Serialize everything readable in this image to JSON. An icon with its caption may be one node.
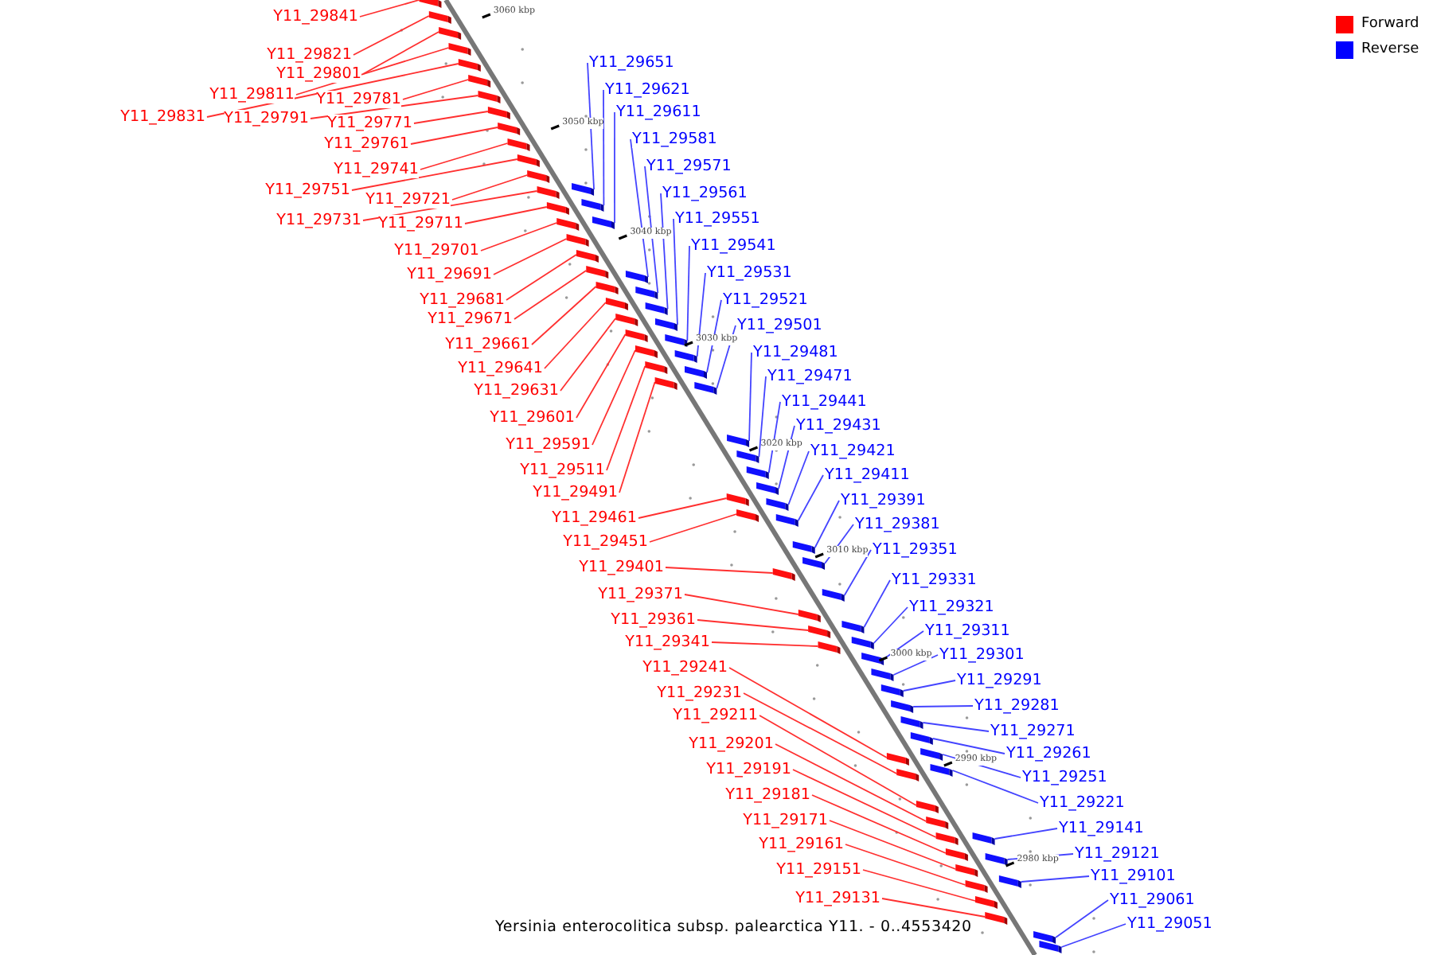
{
  "diagram": {
    "caption": "Yersinia enterocolitica subsp. palearctica Y11. - 0..4553420",
    "nodes": [
      {
        "text": [
          "Y11_29841"
        ]
      },
      {
        "text": [
          "Y11_29821"
        ]
      },
      {
        "text": [
          "Y11_29801"
        ]
      },
      {
        "text": [
          "Y11_29811"
        ]
      },
      {
        "text": [
          "Y11_29781"
        ]
      },
      {
        "text": [
          "Y11_29831"
        ]
      },
      {
        "text": [
          "Y11_29791"
        ]
      },
      {
        "text": [
          "Y11_29771"
        ]
      },
      {
        "text": [
          "Y11_29761"
        ]
      },
      {
        "text": [
          "Y11_29741"
        ]
      },
      {
        "text": [
          "Y11_29751"
        ]
      },
      {
        "text": [
          "Y11_29721"
        ]
      },
      {
        "text": [
          "Y11_29731"
        ]
      },
      {
        "text": [
          "Y11_29711"
        ]
      },
      {
        "text": [
          "Y11_29701"
        ]
      },
      {
        "text": [
          "Y11_29691"
        ]
      },
      {
        "text": [
          "Y11_29681"
        ]
      },
      {
        "text": [
          "Y11_29671"
        ]
      },
      {
        "text": [
          "Y11_29661"
        ]
      },
      {
        "text": [
          "Y11_29641"
        ]
      },
      {
        "text": [
          "Y11_29631"
        ]
      },
      {
        "text": [
          "Y11_29601"
        ]
      },
      {
        "text": [
          "Y11_29591"
        ]
      },
      {
        "text": [
          "Y11_29511"
        ]
      },
      {
        "text": [
          "Y11_29491"
        ]
      },
      {
        "text": [
          "Y11_29461"
        ]
      },
      {
        "text": [
          "Y11_29451"
        ]
      },
      {
        "text": [
          "Y11_29401"
        ]
      },
      {
        "text": [
          "Y11_29371"
        ]
      },
      {
        "text": [
          "Y11_29361"
        ]
      },
      {
        "text": [
          "Y11_29341"
        ]
      },
      {
        "text": [
          "Y11_29241"
        ]
      },
      {
        "text": [
          "Y11_29231"
        ]
      },
      {
        "text": [
          "Y11_29211"
        ]
      },
      {
        "text": [
          "Y11_29201"
        ]
      },
      {
        "text": [
          "Y11_29191"
        ]
      },
      {
        "text": [
          "Y11_29181"
        ]
      },
      {
        "text": [
          "Y11_29171"
        ]
      },
      {
        "text": [
          "Y11_29161"
        ]
      },
      {
        "text": [
          "Y11_29151"
        ]
      },
      {
        "text": [
          "Y11_29131"
        ]
      },
      {
        "text": [
          "Y11_29651"
        ]
      },
      {
        "text": [
          "Y11_29621"
        ]
      },
      {
        "text": [
          "Y11_29611"
        ]
      },
      {
        "text": [
          "Y11_29581"
        ]
      },
      {
        "text": [
          "Y11_29571"
        ]
      },
      {
        "text": [
          "Y11_29561"
        ]
      },
      {
        "text": [
          "Y11_29551"
        ]
      },
      {
        "text": [
          "Y11_29541"
        ]
      },
      {
        "text": [
          "Y11_29531"
        ]
      },
      {
        "text": [
          "Y11_29521"
        ]
      },
      {
        "text": [
          "Y11_29501"
        ]
      },
      {
        "text": [
          "Y11_29481"
        ]
      },
      {
        "text": [
          "Y11_29471"
        ]
      },
      {
        "text": [
          "Y11_29441"
        ]
      },
      {
        "text": [
          "Y11_29431"
        ]
      },
      {
        "text": [
          "Y11_29421"
        ]
      },
      {
        "text": [
          "Y11_29411"
        ]
      },
      {
        "text": [
          "Y11_29391"
        ]
      },
      {
        "text": [
          "Y11_29381"
        ]
      },
      {
        "text": [
          "Y11_29351"
        ]
      },
      {
        "text": [
          "Y11_29331"
        ]
      },
      {
        "text": [
          "Y11_29321"
        ]
      },
      {
        "text": [
          "Y11_29311"
        ]
      },
      {
        "text": [
          "Y11_29301"
        ]
      },
      {
        "text": [
          "Y11_29291"
        ]
      },
      {
        "text": [
          "Y11_29281"
        ]
      },
      {
        "text": [
          "Y11_29271"
        ]
      },
      {
        "text": [
          "Y11_29261"
        ]
      },
      {
        "text": [
          "Y11_29251"
        ]
      },
      {
        "text": [
          "Y11_29221"
        ]
      },
      {
        "text": [
          "Y11_29141"
        ]
      },
      {
        "text": [
          "Y11_29121"
        ]
      },
      {
        "text": [
          "Y11_29101"
        ]
      },
      {
        "text": [
          "Y11_29061"
        ]
      },
      {
        "text": [
          "Y11_29051"
        ]
      },
      {
        "text": [],
        "shape": "box"
      },
      {
        "text": [],
        "shape": "box"
      },
      {
        "text": [],
        "shape": "box"
      },
      {
        "text": [],
        "shape": "box"
      },
      {
        "text": [],
        "shape": "box"
      },
      {
        "text": [],
        "shape": "box"
      },
      {
        "text": [],
        "shape": "box"
      },
      {
        "text": [],
        "shape": "box"
      },
      {
        "text": [],
        "shape": "box"
      },
      {
        "text": [],
        "shape": "box"
      },
      {
        "text": [],
        "shape": "box"
      },
      {
        "text": [],
        "shape": "box"
      },
      {
        "text": [],
        "shape": "box"
      },
      {
        "text": [],
        "shape": "box"
      },
      {
        "text": [],
        "shape": "box"
      },
      {
        "text": [],
        "shape": "box"
      },
      {
        "text": [],
        "shape": "box"
      },
      {
        "text": [],
        "shape": "box"
      },
      {
        "text": [],
        "shape": "box"
      },
      {
        "text": [],
        "shape": "box"
      },
      {
        "text": [],
        "shape": "box"
      },
      {
        "text": [],
        "shape": "box"
      },
      {
        "text": [],
        "shape": "box"
      },
      {
        "text": [],
        "shape": "box"
      },
      {
        "text": [],
        "shape": "box"
      },
      {
        "text": [],
        "shape": "box"
      },
      {
        "text": [],
        "shape": "box"
      },
      {
        "text": [],
        "shape": "box"
      },
      {
        "text": [],
        "shape": "box"
      },
      {
        "text": [],
        "shape": "box"
      },
      {
        "text": [],
        "shape": "box"
      },
      {
        "text": [],
        "shape": "box"
      },
      {
        "text": [],
        "shape": "box"
      },
      {
        "text": [],
        "shape": "box"
      },
      {
        "text": [],
        "shape": "box"
      },
      {
        "text": [],
        "shape": "box"
      },
      {
        "text": [],
        "shape": "box"
      },
      {
        "text": [],
        "shape": "box"
      },
      {
        "text": [],
        "shape": "box"
      },
      {
        "text": [],
        "shape": "box"
      },
      {
        "text": [],
        "shape": "box"
      },
      {
        "text": [],
        "shape": "box"
      },
      {
        "text": [],
        "shape": "box"
      },
      {
        "text": [],
        "shape": "box"
      },
      {
        "text": [],
        "shape": "box"
      },
      {
        "text": [],
        "shape": "box"
      },
      {
        "text": [],
        "shape": "box"
      },
      {
        "text": [],
        "shape": "box"
      },
      {
        "text": [],
        "shape": "box"
      },
      {
        "text": [],
        "shape": "box"
      },
      {
        "text": [],
        "shape": "box"
      },
      {
        "text": [],
        "shape": "box"
      },
      {
        "text": [],
        "shape": "box"
      },
      {
        "text": [],
        "shape": "box"
      },
      {
        "text": [],
        "shape": "box"
      },
      {
        "text": [],
        "shape": "box"
      },
      {
        "text": [],
        "shape": "box"
      },
      {
        "text": [],
        "shape": "box"
      },
      {
        "text": [],
        "shape": "box"
      },
      {
        "text": [],
        "shape": "box"
      },
      {
        "text": [],
        "shape": "box"
      },
      {
        "text": [],
        "shape": "box"
      },
      {
        "text": [],
        "shape": "box"
      },
      {
        "text": [],
        "shape": "box"
      },
      {
        "text": [],
        "shape": "box"
      },
      {
        "text": [],
        "shape": "box"
      },
      {
        "text": [],
        "shape": "box"
      },
      {
        "text": [],
        "shape": "box"
      },
      {
        "text": [],
        "shape": "box"
      },
      {
        "text": [],
        "shape": "box"
      },
      {
        "text": [],
        "shape": "box"
      },
      {
        "text": [],
        "shape": "box"
      },
      {
        "text": [],
        "shape": "box"
      },
      {
        "text": [],
        "shape": "box"
      },
      {
        "text": [],
        "shape": "box"
      },
      {
        "text": [],
        "shape": "box"
      }
    ],
    "edges": [
      {
        "from": 0,
        "to": 76,
        "arrow": "none"
      },
      {
        "from": 1,
        "to": 77,
        "arrow": "none"
      },
      {
        "from": 2,
        "to": 78,
        "arrow": "none"
      },
      {
        "from": 3,
        "to": 79,
        "arrow": "none"
      },
      {
        "from": 4,
        "to": 80,
        "arrow": "none"
      },
      {
        "from": 5,
        "to": 81,
        "arrow": "none"
      },
      {
        "from": 6,
        "to": 82,
        "arrow": "none"
      },
      {
        "from": 7,
        "to": 83,
        "arrow": "none"
      },
      {
        "from": 8,
        "to": 84,
        "arrow": "none"
      },
      {
        "from": 9,
        "to": 85,
        "arrow": "none"
      },
      {
        "from": 10,
        "to": 86,
        "arrow": "none"
      },
      {
        "from": 11,
        "to": 87,
        "arrow": "none"
      },
      {
        "from": 12,
        "to": 88,
        "arrow": "none"
      },
      {
        "from": 13,
        "to": 89,
        "arrow": "none"
      },
      {
        "from": 14,
        "to": 90,
        "arrow": "none"
      },
      {
        "from": 15,
        "to": 91,
        "arrow": "none"
      },
      {
        "from": 16,
        "to": 92,
        "arrow": "none"
      },
      {
        "from": 17,
        "to": 93,
        "arrow": "none"
      },
      {
        "from": 18,
        "to": 94,
        "arrow": "none"
      },
      {
        "from": 19,
        "to": 95,
        "arrow": "none"
      },
      {
        "from": 20,
        "to": 96,
        "arrow": "none"
      },
      {
        "from": 21,
        "to": 97,
        "arrow": "none"
      },
      {
        "from": 22,
        "to": 98,
        "arrow": "none"
      },
      {
        "from": 23,
        "to": 99,
        "arrow": "none"
      },
      {
        "from": 24,
        "to": 100,
        "arrow": "none"
      },
      {
        "from": 25,
        "to": 101,
        "arrow": "none"
      },
      {
        "from": 26,
        "to": 102,
        "arrow": "none"
      },
      {
        "from": 27,
        "to": 103,
        "arrow": "none"
      },
      {
        "from": 28,
        "to": 104,
        "arrow": "none"
      },
      {
        "from": 29,
        "to": 105,
        "arrow": "none"
      },
      {
        "from": 30,
        "to": 106,
        "arrow": "none"
      },
      {
        "from": 31,
        "to": 107,
        "arrow": "none"
      },
      {
        "from": 32,
        "to": 108,
        "arrow": "none"
      },
      {
        "from": 33,
        "to": 109,
        "arrow": "none"
      },
      {
        "from": 34,
        "to": 110,
        "arrow": "none"
      },
      {
        "from": 35,
        "to": 111,
        "arrow": "none"
      },
      {
        "from": 36,
        "to": 112,
        "arrow": "none"
      },
      {
        "from": 37,
        "to": 113,
        "arrow": "none"
      },
      {
        "from": 38,
        "to": 114,
        "arrow": "none"
      },
      {
        "from": 39,
        "to": 115,
        "arrow": "none"
      },
      {
        "from": 40,
        "to": 116,
        "arrow": "none"
      },
      {
        "from": 41,
        "to": 117,
        "arrow": "none",
        "color": "#4444ff"
      },
      {
        "from": 42,
        "to": 118,
        "arrow": "none",
        "color": "#4444ff"
      },
      {
        "from": 43,
        "to": 119,
        "arrow": "none",
        "color": "#4444ff"
      },
      {
        "from": 44,
        "to": 120,
        "arrow": "none",
        "color": "#4444ff"
      },
      {
        "from": 45,
        "to": 121,
        "arrow": "none",
        "color": "#4444ff"
      },
      {
        "from": 46,
        "to": 122,
        "arrow": "none",
        "color": "#4444ff"
      },
      {
        "from": 47,
        "to": 123,
        "arrow": "none",
        "color": "#4444ff"
      },
      {
        "from": 48,
        "to": 124,
        "arrow": "none",
        "color": "#4444ff"
      },
      {
        "from": 49,
        "to": 125,
        "arrow": "none",
        "color": "#4444ff"
      },
      {
        "from": 50,
        "to": 126,
        "arrow": "none",
        "color": "#4444ff"
      },
      {
        "from": 51,
        "to": 127,
        "arrow": "none",
        "color": "#4444ff"
      },
      {
        "from": 52,
        "to": 128,
        "arrow": "none",
        "color": "#4444ff"
      },
      {
        "from": 53,
        "to": 129,
        "arrow": "none",
        "color": "#4444ff"
      },
      {
        "from": 54,
        "to": 130,
        "arrow": "none",
        "color": "#4444ff"
      },
      {
        "from": 55,
        "to": 131,
        "arrow": "none",
        "color": "#4444ff"
      },
      {
        "from": 56,
        "to": 132,
        "arrow": "none",
        "color": "#4444ff"
      },
      {
        "from": 57,
        "to": 133,
        "arrow": "none",
        "color": "#4444ff"
      },
      {
        "from": 58,
        "to": 134,
        "arrow": "none",
        "color": "#4444ff"
      },
      {
        "from": 59,
        "to": 135,
        "arrow": "none",
        "color": "#4444ff"
      },
      {
        "from": 60,
        "to": 136,
        "arrow": "none",
        "color": "#4444ff"
      },
      {
        "from": 61,
        "to": 137,
        "arrow": "none",
        "color": "#4444ff"
      },
      {
        "from": 62,
        "to": 138,
        "arrow": "none",
        "color": "#4444ff"
      },
      {
        "from": 63,
        "to": 139,
        "arrow": "none",
        "color": "#4444ff"
      },
      {
        "from": 64,
        "to": 140,
        "arrow": "none",
        "color": "#4444ff"
      },
      {
        "from": 65,
        "to": 141,
        "arrow": "none",
        "color": "#4444ff"
      },
      {
        "from": 66,
        "to": 142,
        "arrow": "none",
        "color": "#4444ff"
      },
      {
        "from": 67,
        "to": 143,
        "arrow": "none",
        "color": "#4444ff"
      },
      {
        "from": 68,
        "to": 144,
        "arrow": "none",
        "color": "#4444ff"
      },
      {
        "from": 69,
        "to": 145,
        "arrow": "none",
        "color": "#4444ff"
      },
      {
        "from": 70,
        "to": 146,
        "arrow": "none",
        "color": "#4444ff"
      },
      {
        "from": 71,
        "to": 147,
        "arrow": "none",
        "color": "#4444ff"
      },
      {
        "from": 72,
        "to": 148,
        "arrow": "none",
        "color": "#4444ff"
      },
      {
        "from": 73,
        "to": 149,
        "arrow": "none",
        "color": "#4444ff"
      },
      {
        "from": 74,
        "to": 150,
        "arrow": "none",
        "color": "#4444ff"
      },
      {
        "from": 75,
        "to": 151,
        "arrow": "none",
        "color": "#4444ff"
      }
    ],
    "labels": [
      "3060 kbp",
      "3050 kbp",
      "3040 kbp",
      "3030 kbp",
      "3020 kbp",
      "3010 kbp",
      "3000 kbp",
      "2990 kbp",
      "2980 kbp"
    ],
    "legend": [
      {
        "text": "Forward",
        "color": "#ff0000"
      },
      {
        "text": "Reverse",
        "color": "#0000ff"
      }
    ]
  }
}
